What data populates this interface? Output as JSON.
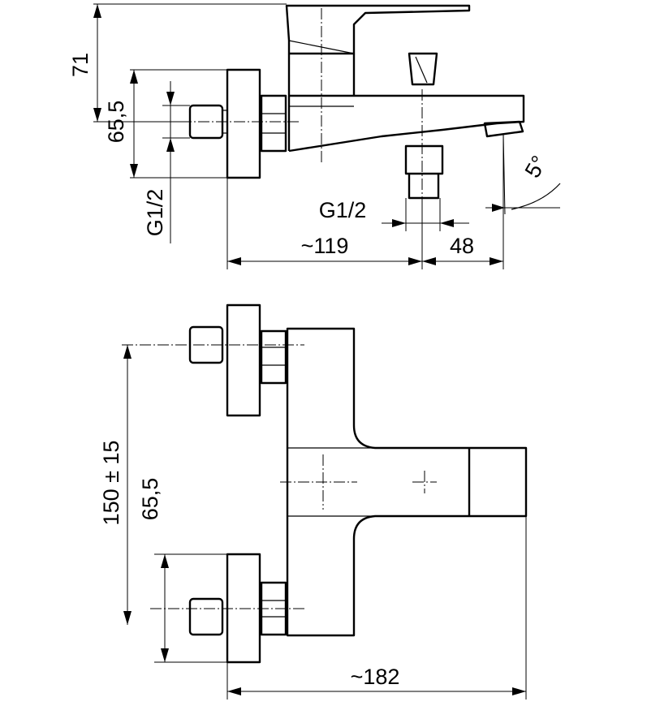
{
  "dimensions": {
    "top_height": "71",
    "top_inlet_offset": "65,5",
    "top_thread": "G1/2",
    "spout_thread": "G1/2",
    "depth_to_outlet": "~119",
    "outlet_projection": "48",
    "spout_angle": "5°",
    "centre_distance": "150 ± 15",
    "front_inlet_offset": "65,5",
    "overall_width": "~182"
  }
}
